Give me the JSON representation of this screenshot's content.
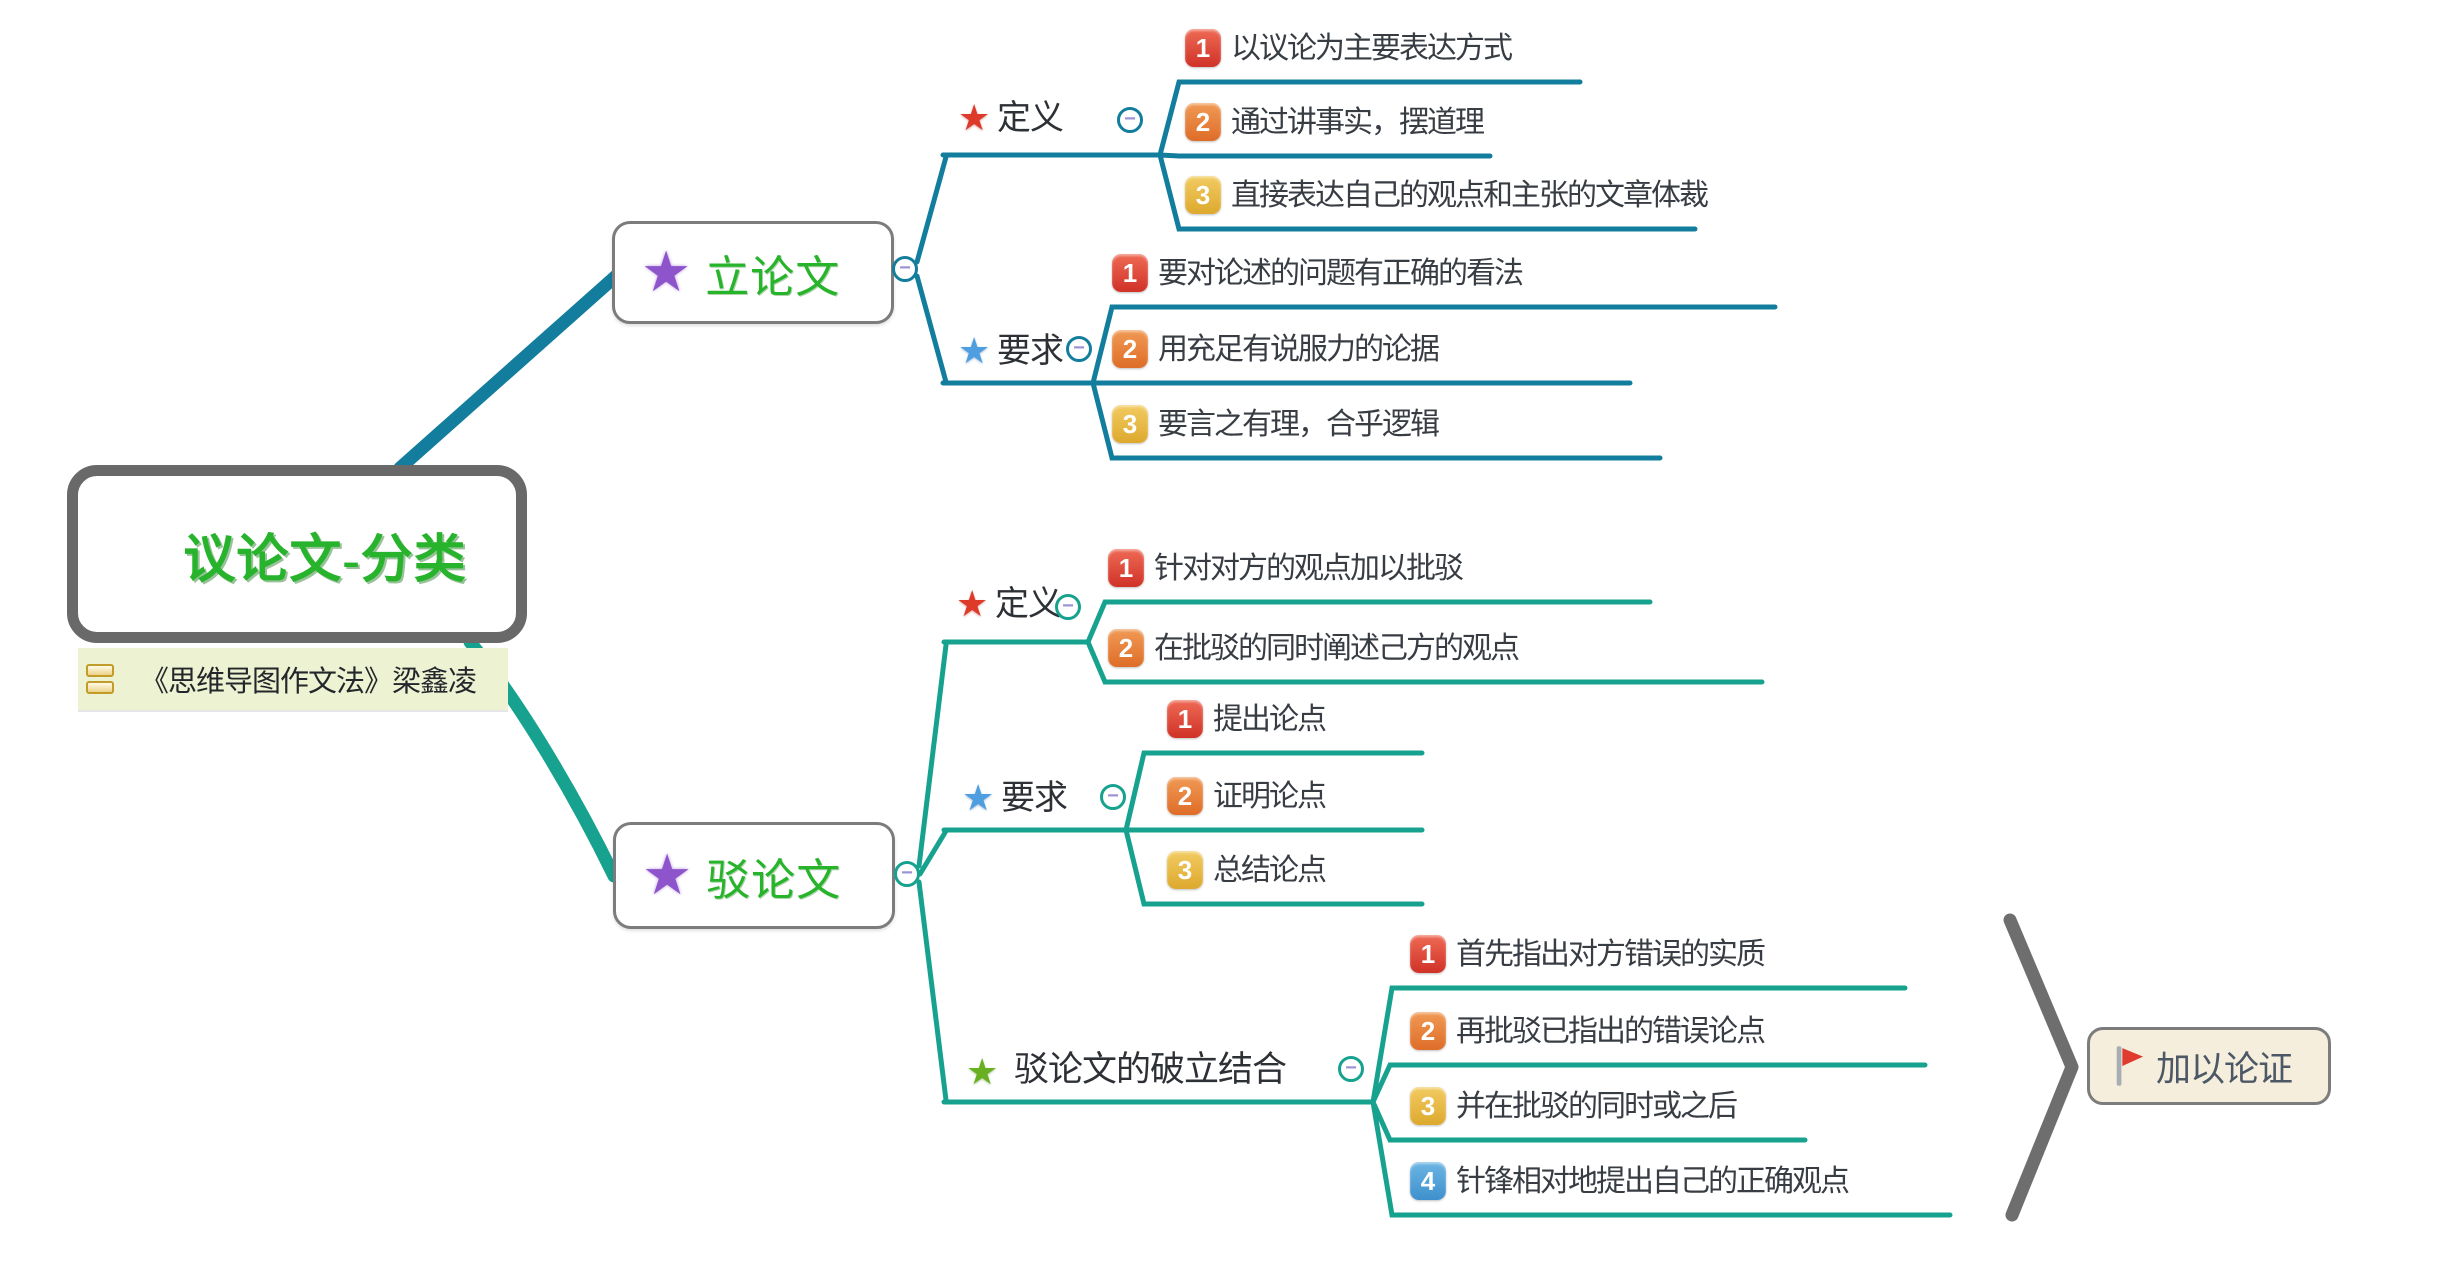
{
  "root": {
    "title": "议论文-分类"
  },
  "note": {
    "text": "《思维导图作文法》梁鑫凌"
  },
  "icons": {
    "star": "★",
    "collapse": "−"
  },
  "branches": [
    {
      "label": "立论文",
      "children": [
        {
          "label": "定义",
          "items": [
            {
              "num": "1",
              "text": "以议论为主要表达方式"
            },
            {
              "num": "2",
              "text": "通过讲事实，摆道理"
            },
            {
              "num": "3",
              "text": "直接表达自己的观点和主张的文章体裁"
            }
          ]
        },
        {
          "label": "要求",
          "items": [
            {
              "num": "1",
              "text": "要对论述的问题有正确的看法"
            },
            {
              "num": "2",
              "text": "用充足有说服力的论据"
            },
            {
              "num": "3",
              "text": "要言之有理，合乎逻辑"
            }
          ]
        }
      ]
    },
    {
      "label": "驳论文",
      "children": [
        {
          "label": "定义",
          "items": [
            {
              "num": "1",
              "text": "针对对方的观点加以批驳"
            },
            {
              "num": "2",
              "text": "在批驳的同时阐述己方的观点"
            }
          ]
        },
        {
          "label": "要求",
          "items": [
            {
              "num": "1",
              "text": "提出论点"
            },
            {
              "num": "2",
              "text": "证明论点"
            },
            {
              "num": "3",
              "text": "总结论点"
            }
          ]
        },
        {
          "label": "驳论文的破立结合",
          "items": [
            {
              "num": "1",
              "text": "首先指出对方错误的实质"
            },
            {
              "num": "2",
              "text": "再批驳已指出的错误论点"
            },
            {
              "num": "3",
              "text": "并在批驳的同时或之后"
            },
            {
              "num": "4",
              "text": "针锋相对地提出自己的正确观点"
            }
          ]
        }
      ]
    }
  ],
  "summary": {
    "label": "加以论证"
  },
  "colors": {
    "branch1_line": "#137d9d",
    "branch2_line": "#16a28f",
    "root_border": "#696969",
    "node_border": "#7c7c7c",
    "green_text": "#28b32c",
    "note_bg": "#edf3d2",
    "note_icon_gold": "#c39b2a",
    "summary_bg": "#f5eedc",
    "bracket_gray": "#6e6e6e",
    "badge_red": "#d93a2e",
    "badge_orange": "#e8813c",
    "badge_yellow": "#e9b940",
    "badge_blue": "#4fa3d9",
    "star_purple": "#8e54cc",
    "star_red": "#de3a2a",
    "star_blue": "#4e9ee0",
    "star_green": "#69af22",
    "collapse_minus": "#9a93d6",
    "flag_red": "#e03b2f"
  }
}
